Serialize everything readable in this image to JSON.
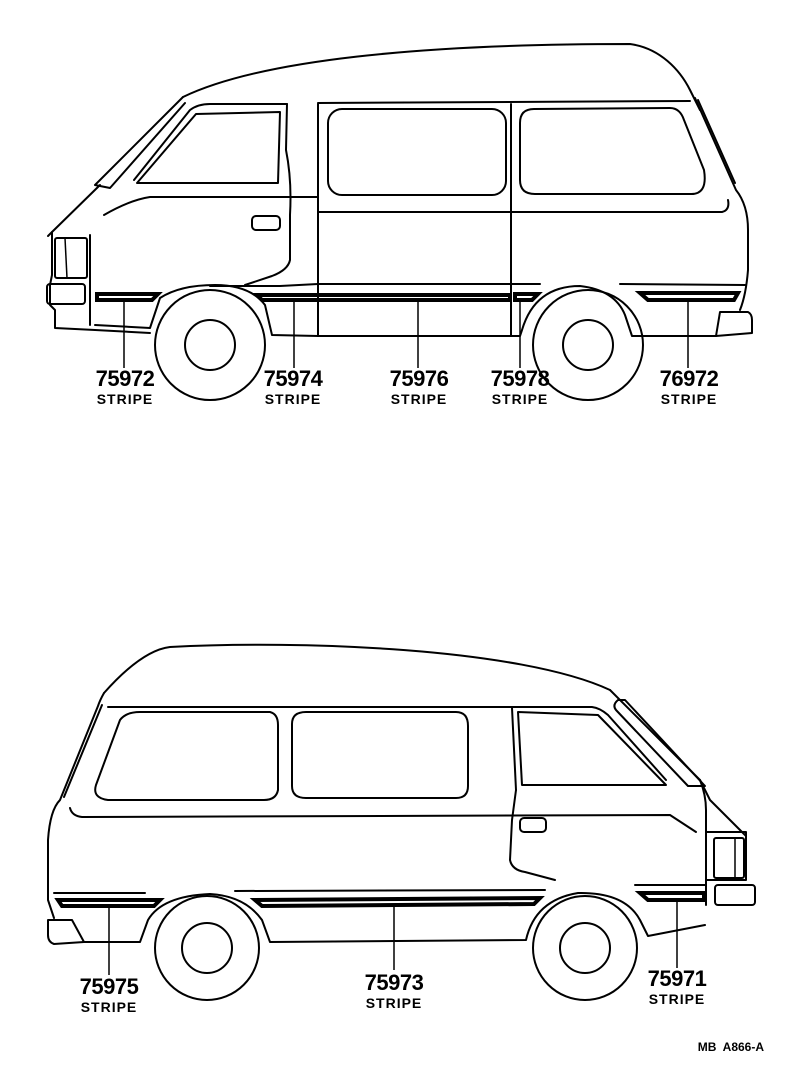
{
  "diagram": {
    "views": [
      {
        "name": "right-side-view",
        "callouts": [
          {
            "part_no": "75972",
            "name": "STRIPE"
          },
          {
            "part_no": "75974",
            "name": "STRIPE"
          },
          {
            "part_no": "75976",
            "name": "STRIPE"
          },
          {
            "part_no": "75978",
            "name": "STRIPE"
          },
          {
            "part_no": "76972",
            "name": "STRIPE"
          }
        ]
      },
      {
        "name": "left-side-view",
        "callouts": [
          {
            "part_no": "75975",
            "name": "STRIPE"
          },
          {
            "part_no": "75973",
            "name": "STRIPE"
          },
          {
            "part_no": "75971",
            "name": "STRIPE"
          }
        ]
      }
    ],
    "reference_code": "MB  A866-A"
  }
}
